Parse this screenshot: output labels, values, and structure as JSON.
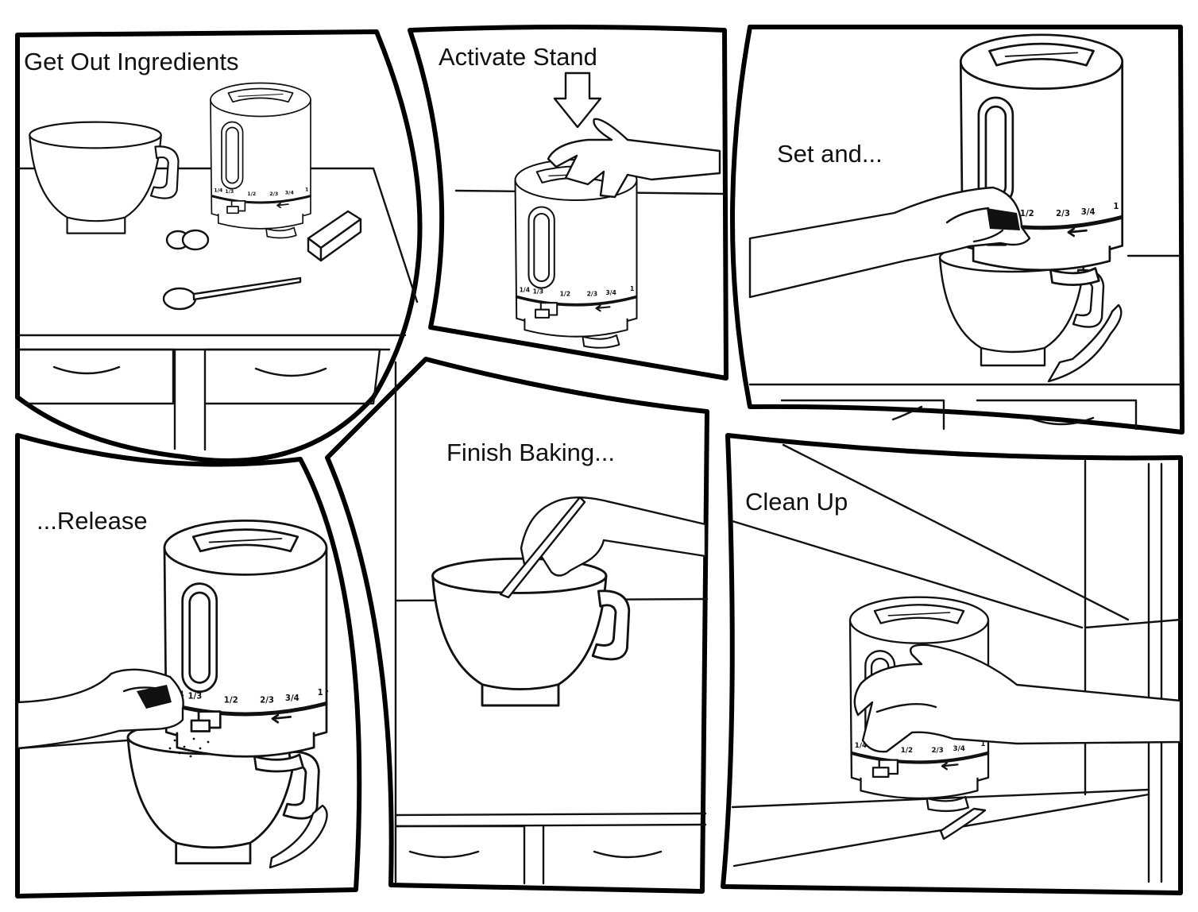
{
  "panels": [
    {
      "caption": "Get Out Ingredients"
    },
    {
      "caption": "Activate Stand"
    },
    {
      "caption": "Set and..."
    },
    {
      "caption": "...Release"
    },
    {
      "caption": "Finish Baking..."
    },
    {
      "caption": "Clean Up"
    }
  ],
  "scale_marks": [
    "1/4",
    "1/3",
    "1/2",
    "2/3",
    "3/4",
    "1"
  ],
  "colors": {
    "ink": "#111111",
    "paper": "#ffffff"
  }
}
